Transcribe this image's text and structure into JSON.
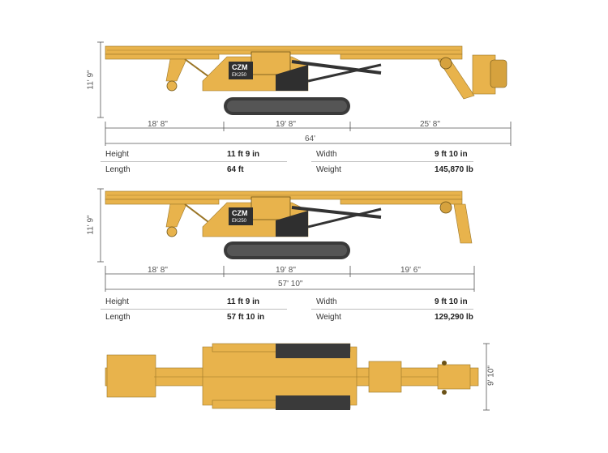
{
  "diagrams": [
    {
      "dims": {
        "height": "11' 9\"",
        "seg1": "18' 8\"",
        "seg2": "19' 8\"",
        "seg3": "25' 8\"",
        "total": "64'"
      },
      "specs": {
        "height_label": "Height",
        "height_value": "11 ft 9 in",
        "length_label": "Length",
        "length_value": "64 ft",
        "width_label": "Width",
        "width_value": "9 ft 10 in",
        "weight_label": "Weight",
        "weight_value": "145,870 lb"
      }
    },
    {
      "dims": {
        "height": "11' 9\"",
        "seg1": "18' 8\"",
        "seg2": "19' 8\"",
        "seg3": "19' 6\"",
        "total": "57' 10\""
      },
      "specs": {
        "height_label": "Height",
        "height_value": "11 ft 9 in",
        "length_label": "Length",
        "length_value": "57 ft 10 in",
        "width_label": "Width",
        "width_value": "9 ft 10 in",
        "weight_label": "Weight",
        "weight_value": "129,290 lb"
      }
    }
  ],
  "top_view": {
    "width": "9' 10\""
  },
  "logo_text": "CZM",
  "model_text": "EK250",
  "colors": {
    "body": "#e8b34c",
    "dark": "#333333",
    "line": "#bdbdbd"
  }
}
